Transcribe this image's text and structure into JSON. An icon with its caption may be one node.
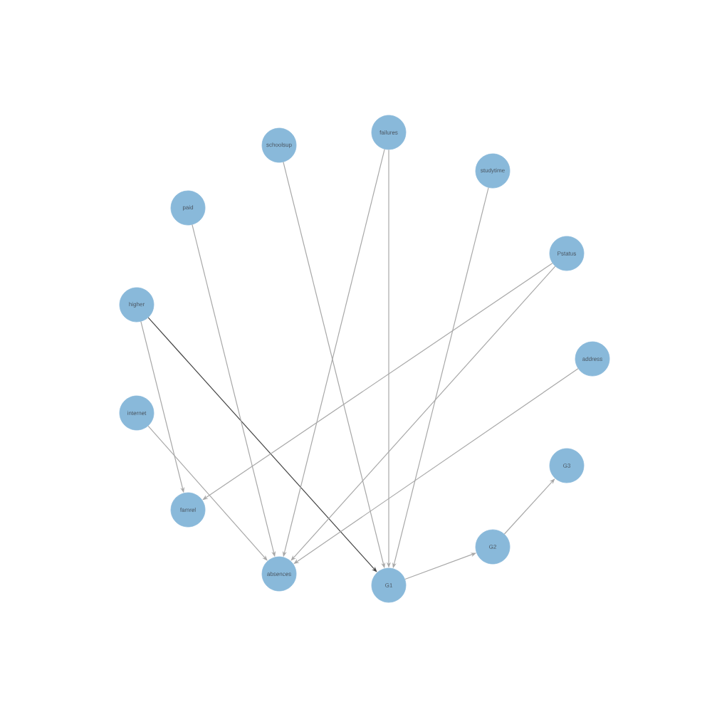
{
  "diagram": {
    "nodes": [
      {
        "text": [
          "failures"
        ]
      },
      {
        "text": [
          "schoolsup"
        ]
      },
      {
        "text": [
          "studytime"
        ]
      },
      {
        "text": [
          "paid"
        ]
      },
      {
        "text": [
          "Pstatus"
        ]
      },
      {
        "text": [
          "higher"
        ]
      },
      {
        "text": [
          "address"
        ]
      },
      {
        "text": [
          "internet"
        ]
      },
      {
        "text": [
          "G3"
        ]
      },
      {
        "text": [
          "famrel"
        ]
      },
      {
        "text": [
          "G2"
        ]
      },
      {
        "text": [
          "absences"
        ]
      },
      {
        "text": [
          "G1"
        ]
      }
    ],
    "edges": [
      {
        "from": 5,
        "to": 12,
        "arrow": "to",
        "color": "#444444"
      },
      {
        "from": 5,
        "to": 9,
        "arrow": "to"
      },
      {
        "from": 3,
        "to": 11,
        "arrow": "to"
      },
      {
        "from": 1,
        "to": 12,
        "arrow": "to"
      },
      {
        "from": 0,
        "to": 11,
        "arrow": "to"
      },
      {
        "from": 0,
        "to": 12,
        "arrow": "to"
      },
      {
        "from": 2,
        "to": 12,
        "arrow": "to"
      },
      {
        "from": 4,
        "to": 9,
        "arrow": "to"
      },
      {
        "from": 4,
        "to": 11,
        "arrow": "to"
      },
      {
        "from": 6,
        "to": 11,
        "arrow": "to"
      },
      {
        "from": 7,
        "to": 11,
        "arrow": "to"
      },
      {
        "from": 12,
        "to": 10,
        "arrow": "to"
      },
      {
        "from": 10,
        "to": 8,
        "arrow": "to"
      }
    ]
  }
}
